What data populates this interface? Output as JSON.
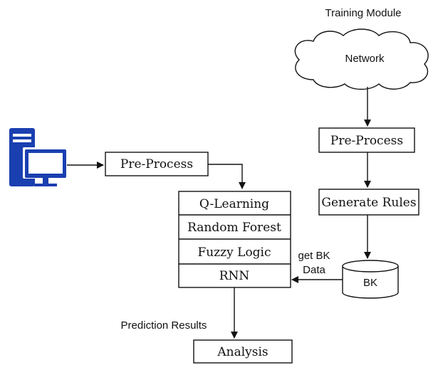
{
  "title": "Training Module",
  "nodes": {
    "network": "Network",
    "train_preprocess": "Pre-Process",
    "generate_rules": "Generate Rules",
    "bk_store": "BK",
    "client_preprocess": "Pre-Process",
    "q_learning": "Q-Learning",
    "random_forest": "Random Forest",
    "fuzzy_logic": "Fuzzy Logic",
    "rnn": "RNN",
    "analysis": "Analysis"
  },
  "edge_labels": {
    "get_bk_line1": "get BK",
    "get_bk_line2": "Data",
    "prediction_results": "Prediction Results"
  },
  "icons": {
    "computer": "computer-tower-monitor-icon"
  },
  "colors": {
    "computer_icon": "#1a3fb0",
    "stroke": "#111111"
  }
}
